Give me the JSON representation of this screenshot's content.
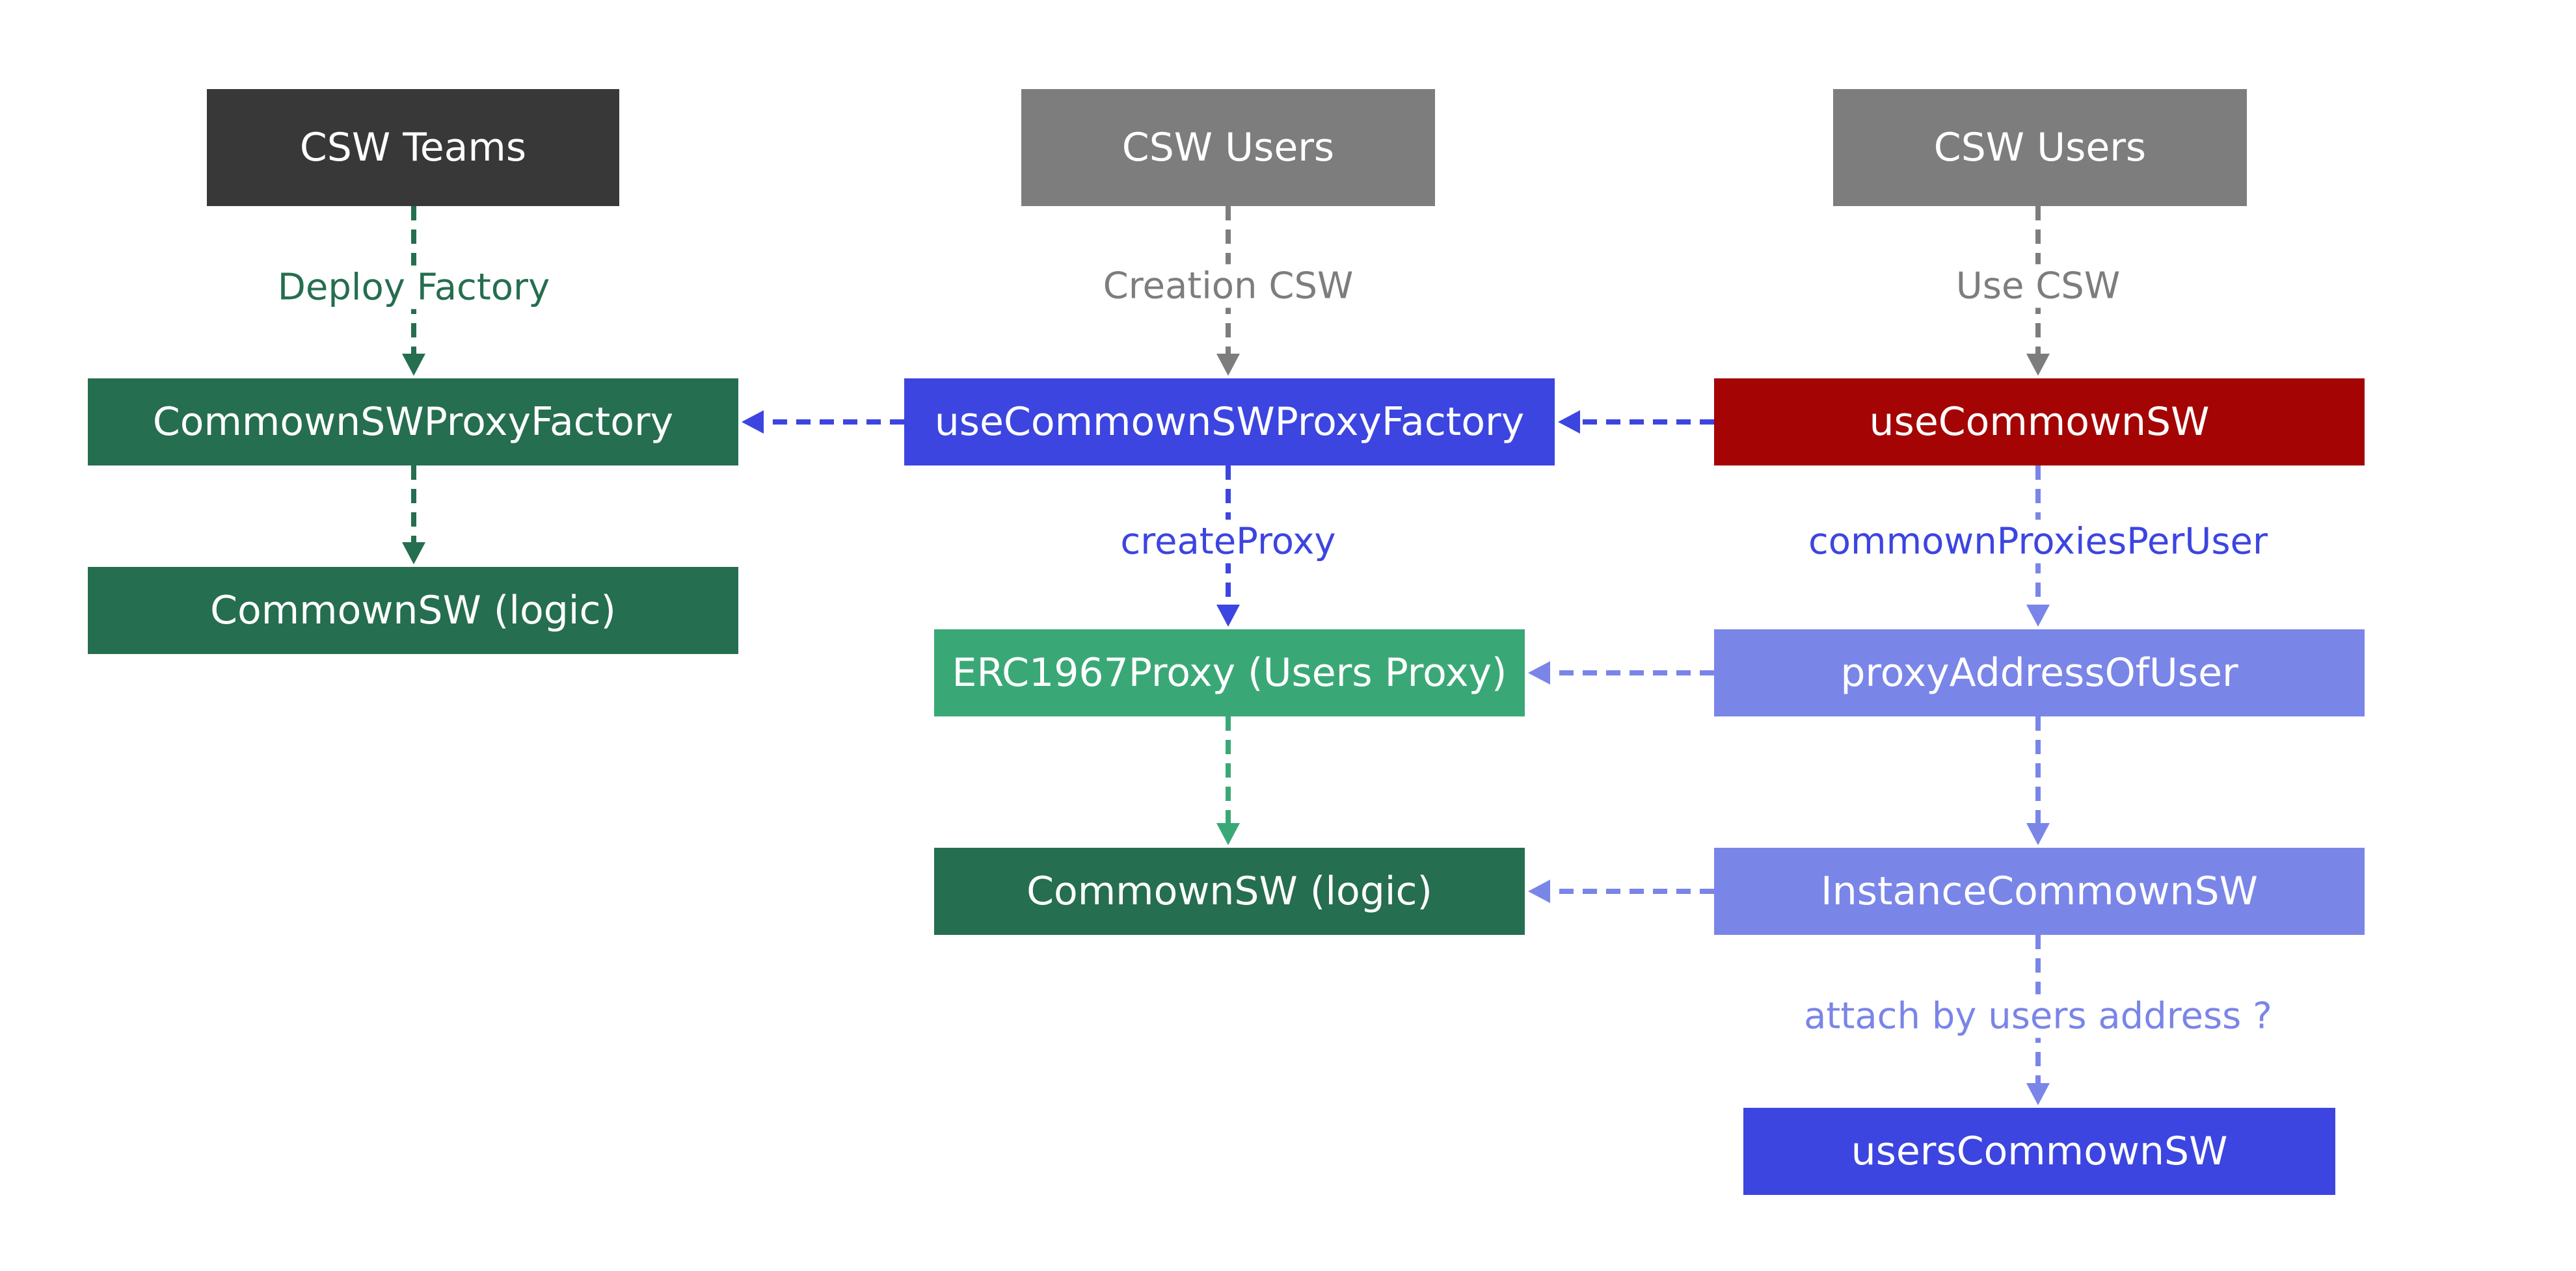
{
  "colors": {
    "dark": "#383838",
    "gray": "#7d7d7d",
    "forest": "#256e4f",
    "blue": "#3c45e0",
    "red": "#a50404",
    "lavender": "#7a85e8",
    "mint": "#3aa876"
  },
  "nodes": {
    "csw_teams": {
      "label": "CSW Teams"
    },
    "csw_users_1": {
      "label": "CSW Users"
    },
    "csw_users_2": {
      "label": "CSW Users"
    },
    "commown_sw_proxy_factory": {
      "label": "CommownSWProxyFactory"
    },
    "use_commown_sw_proxy_factory": {
      "label": "useCommownSWProxyFactory"
    },
    "use_commown_sw": {
      "label": "useCommownSW"
    },
    "commown_sw_logic_1": {
      "label": "CommownSW (logic)"
    },
    "erc1967_proxy": {
      "label": "ERC1967Proxy (Users Proxy)"
    },
    "proxy_address_of_user": {
      "label": "proxyAddressOfUser"
    },
    "commown_sw_logic_2": {
      "label": "CommownSW (logic)"
    },
    "instance_commown_sw": {
      "label": "InstanceCommownSW"
    },
    "users_commown_sw": {
      "label": "usersCommownSW"
    }
  },
  "edge_labels": {
    "deploy_factory": "Deploy Factory",
    "creation_csw": "Creation CSW",
    "use_csw": "Use CSW",
    "create_proxy": "createProxy",
    "commown_proxies_per_user": "commownProxiesPerUser",
    "attach_by_users_address": "attach by users address ?"
  }
}
